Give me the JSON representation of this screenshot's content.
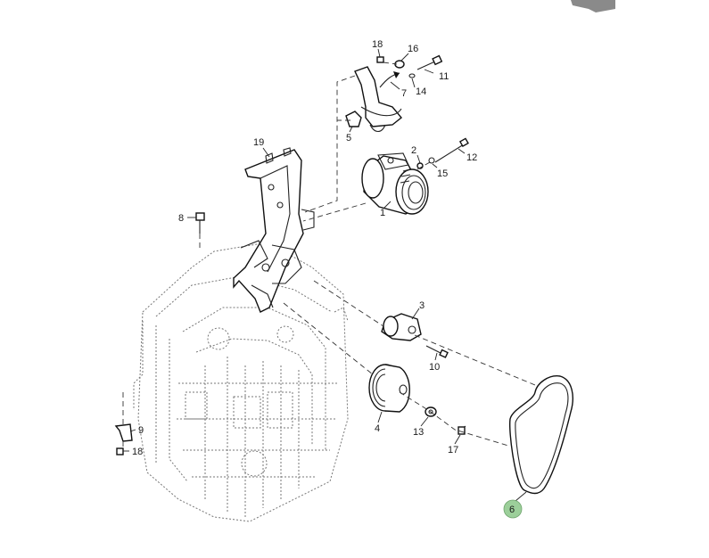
{
  "diagram": {
    "callouts": [
      {
        "id": "c18a",
        "text": "18"
      },
      {
        "id": "c16",
        "text": "16"
      },
      {
        "id": "c11",
        "text": "11"
      },
      {
        "id": "c7",
        "text": "7"
      },
      {
        "id": "c14",
        "text": "14"
      },
      {
        "id": "c5",
        "text": "5"
      },
      {
        "id": "c19",
        "text": "19"
      },
      {
        "id": "c2",
        "text": "2"
      },
      {
        "id": "c12",
        "text": "12"
      },
      {
        "id": "c15",
        "text": "15"
      },
      {
        "id": "c8",
        "text": "8"
      },
      {
        "id": "c1",
        "text": "1"
      },
      {
        "id": "c3",
        "text": "3"
      },
      {
        "id": "c10",
        "text": "10"
      },
      {
        "id": "c4",
        "text": "4"
      },
      {
        "id": "c13",
        "text": "13"
      },
      {
        "id": "c17",
        "text": "17"
      },
      {
        "id": "c9",
        "text": "9"
      },
      {
        "id": "c18b",
        "text": "18"
      },
      {
        "id": "c6",
        "text": "6"
      }
    ],
    "highlight_color": "#9ccf9a",
    "highlighted": "6"
  }
}
